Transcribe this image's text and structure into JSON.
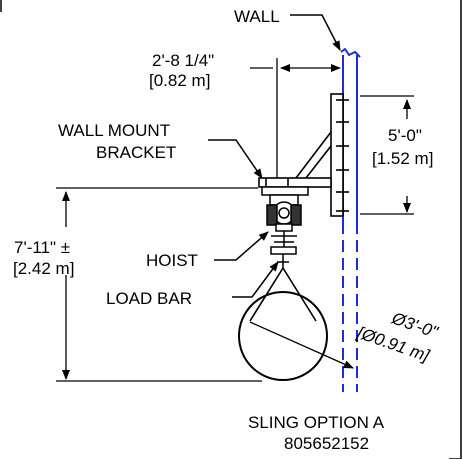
{
  "labels": {
    "wall": "WALL",
    "reach_ft": "2'-8 1/4\"",
    "reach_m": "[0.82 m]",
    "bracket_line1": "WALL MOUNT",
    "bracket_line2": "BRACKET",
    "bracket_height_ft": "5'-0\"",
    "bracket_height_m": "[1.52 m]",
    "mount_height_ft": "7'-11\" ±",
    "mount_height_m": "[2.42 m]",
    "hoist": "HOIST",
    "load_bar": "LOAD BAR",
    "diameter_ft": "Ø3'-0\"",
    "diameter_m": "[Ø0.91 m]",
    "title": "SLING OPTION A",
    "part_number": "805652152"
  },
  "colors": {
    "line": "#000000",
    "wall": "#1a2fd8",
    "background": "#ffffff"
  }
}
